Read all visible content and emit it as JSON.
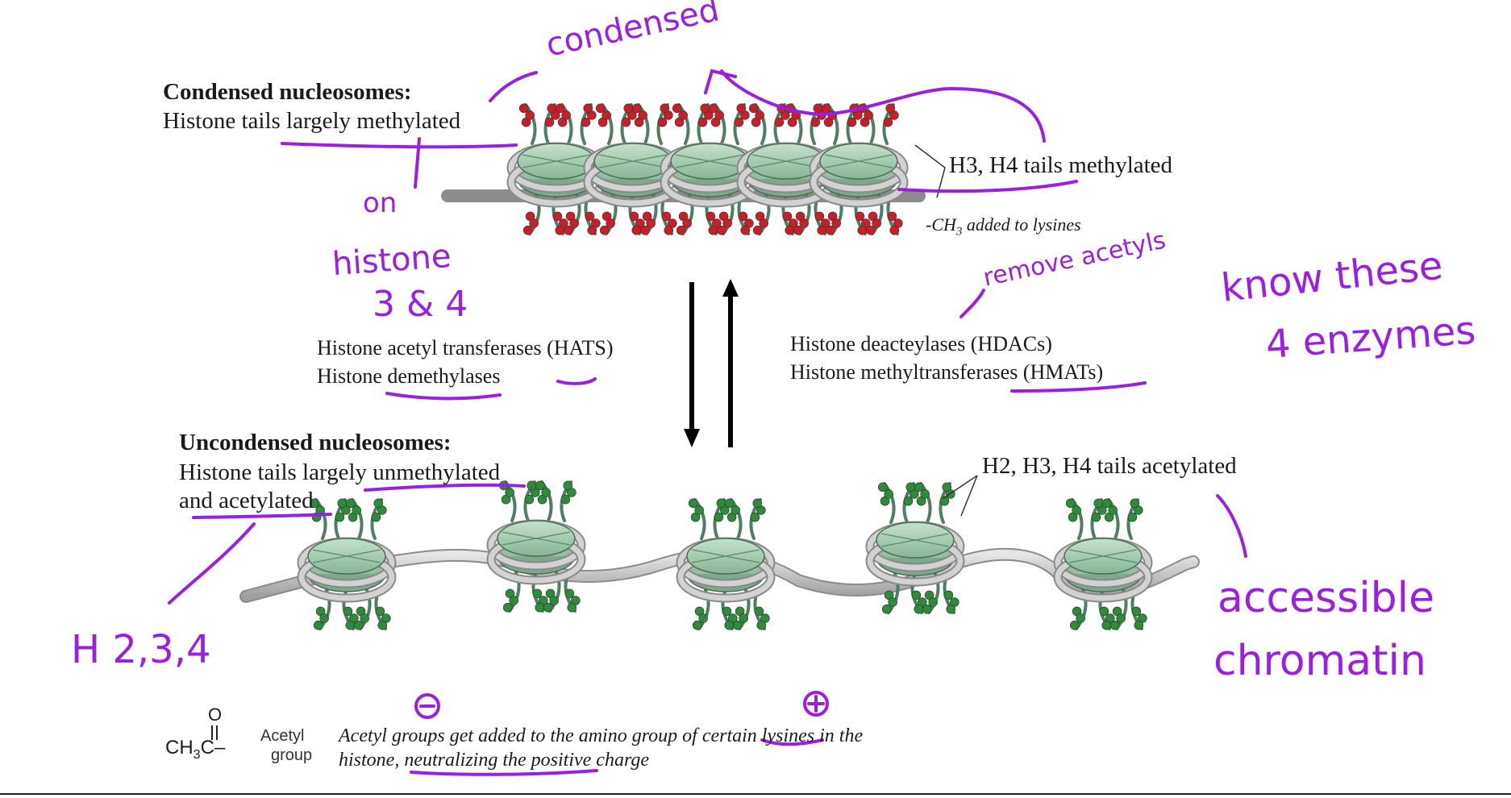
{
  "condensed": {
    "heading": "Condensed nucleosomes:",
    "subtitle": "Histone tails largely methylated",
    "tails_label": "H3, H4 tails methylated",
    "methyl_note_prefix": "-CH",
    "methyl_note_sub": "3",
    "methyl_note_suffix": " added to lysines"
  },
  "uncondensed": {
    "heading": "Uncondensed nucleosomes:",
    "line1": "Histone tails largely unmethylated",
    "line2": "and acetylated",
    "tails_label": "H2, H3, H4 tails acetylated"
  },
  "enzymes_left": [
    "Histone acetyl transferases (HATS)",
    "Histone demethylases"
  ],
  "enzymes_right": [
    "Histone deacteylases (HDACs)",
    "Histone methyltransferases (HMATs)"
  ],
  "acetyl": {
    "formula_main": "CH",
    "formula_sub": "3",
    "formula_end": "C–",
    "oxygen": "O",
    "label_line1": "Acetyl",
    "label_line2": "group",
    "note_line1": "Acetyl groups get added to the amino group of certain lysines in the",
    "note_line2": "histone, neutralizing the positive charge"
  },
  "handwriting": {
    "condensed": "condensed",
    "on": "on",
    "histone": "histone",
    "three_four": "3 & 4",
    "remove_acetyls": "remove acetyls",
    "know_these": "know these",
    "four_enzymes": "4 enzymes",
    "h234": "H 2,3,4",
    "accessible": "accessible",
    "chromatin": "chromatin",
    "minus": "−",
    "plus": "+"
  },
  "colors": {
    "annotation": "#9a1fe0",
    "methyl": "#c8202a",
    "acetyl_dot": "#2e8b3a",
    "histone": "#a9cdb3",
    "dna": "#c8c8c8"
  }
}
